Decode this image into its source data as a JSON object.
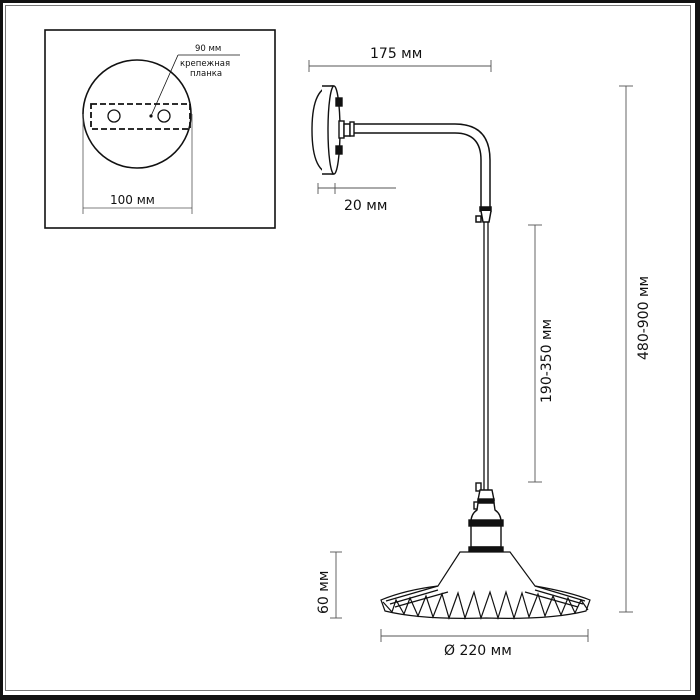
{
  "title": "Wall lamp dimension drawing",
  "inset": {
    "bracket_width_label": "90 мм",
    "bracket_name_line1": "крепежная",
    "bracket_name_line2": "планка",
    "base_diameter_label": "100 мм"
  },
  "dimensions": {
    "arm_length": "175 мм",
    "base_depth": "20 мм",
    "cord_length": "190-350 мм",
    "total_height": "480-900 мм",
    "shade_height": "60 мм",
    "shade_diameter": "Ø 220 мм"
  },
  "colors": {
    "line": "#111111",
    "dim_line": "#555555",
    "frame": "#111111"
  }
}
